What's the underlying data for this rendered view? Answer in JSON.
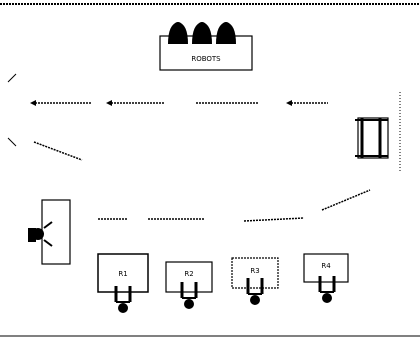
{
  "diagram": {
    "colors": {
      "ink": "#000000",
      "paper": "#ffffff"
    },
    "labels": {
      "top_station": "ROBOTS",
      "left_station": "",
      "right_station": "",
      "bottom_1": "R1",
      "bottom_2": "R2",
      "bottom_3": "R3",
      "bottom_4": "R4"
    },
    "icons": {
      "robot_arm": "robot-arm-icon",
      "gripper": "gripper-icon",
      "flow_arrow": "dashed-arrow-icon"
    }
  }
}
